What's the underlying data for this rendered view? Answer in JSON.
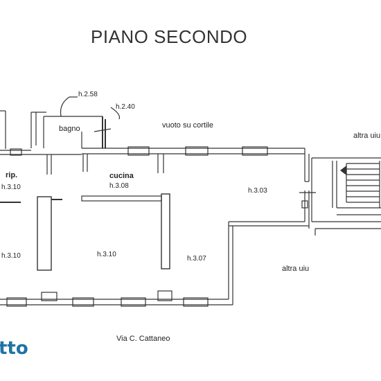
{
  "title": "PIANO SECONDO",
  "rooms": {
    "bagno": "bagno",
    "cucina": "cucina",
    "rip": "rip."
  },
  "heights": {
    "h258": "h.2.58",
    "h240": "h.2.40",
    "h308": "h.3.08",
    "h303": "h.3.03",
    "h310_rip": "h.3.10",
    "h310_left": "h.3.10",
    "h310_center": "h.3.10",
    "h307": "h.3.07"
  },
  "areas": {
    "courtyard_void": "vuoto su cortile",
    "other_unit_top": "altra uiu",
    "other_unit_bottom": "altra uiu"
  },
  "street": "Via C. Cattaneo",
  "brand_fragment": "tto",
  "colors": {
    "wall": "#333333",
    "brand": "#1f73a6"
  }
}
